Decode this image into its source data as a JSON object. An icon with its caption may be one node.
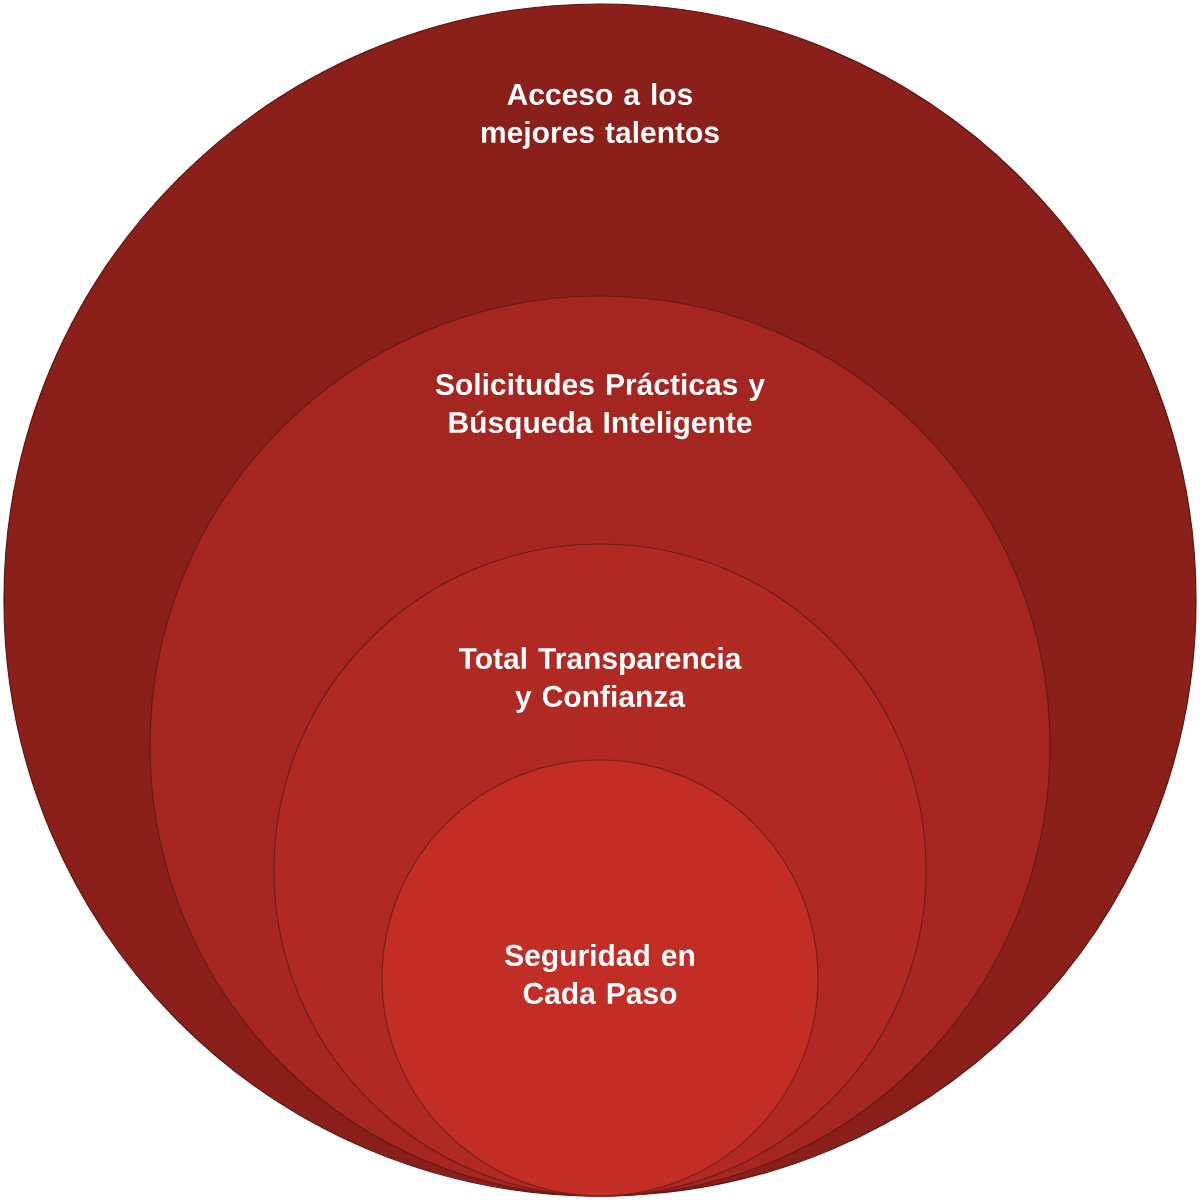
{
  "diagram": {
    "nodes": [
      {
        "text": [
          "Acceso a los mejores talentos"
        ]
      },
      {
        "text": [
          "Solicitudes Prácticas y Búsqueda Inteligente"
        ],
        "in": 0
      },
      {
        "text": [
          "Total Transparencia y Confianza"
        ],
        "in": 1
      },
      {
        "text": [
          "Seguridad en Cada Paso"
        ],
        "in": 2
      }
    ]
  }
}
